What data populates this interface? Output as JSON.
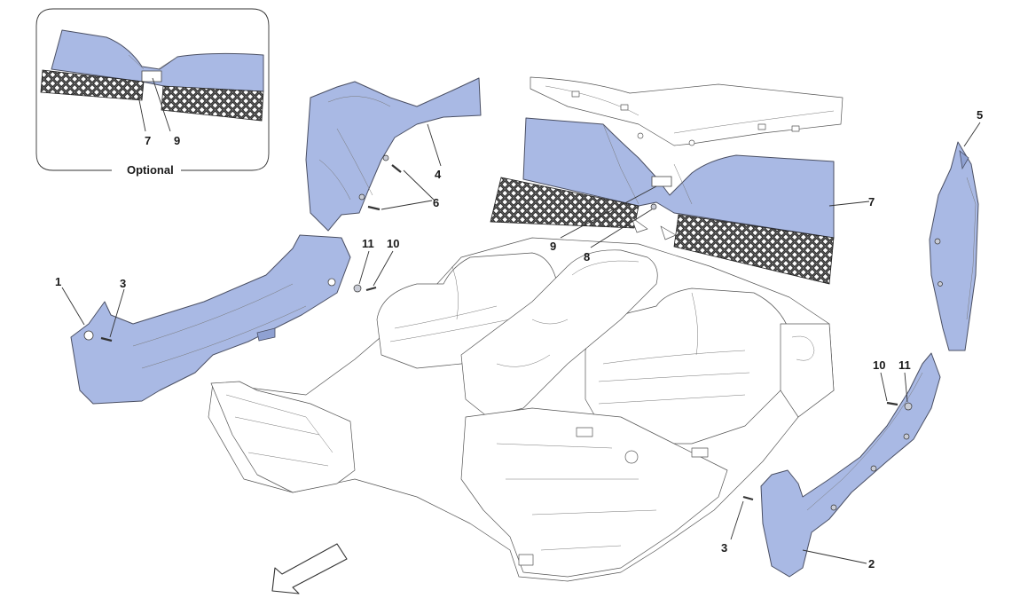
{
  "diagram": {
    "inset_label": "Optional",
    "callouts": [
      {
        "id": "inset-7",
        "text": "7"
      },
      {
        "id": "inset-9",
        "text": "9"
      },
      {
        "id": "c1",
        "text": "1"
      },
      {
        "id": "c3a",
        "text": "3"
      },
      {
        "id": "c4",
        "text": "4"
      },
      {
        "id": "c6",
        "text": "6"
      },
      {
        "id": "c11a",
        "text": "11"
      },
      {
        "id": "c10a",
        "text": "10"
      },
      {
        "id": "c9",
        "text": "9"
      },
      {
        "id": "c8",
        "text": "8"
      },
      {
        "id": "c7",
        "text": "7"
      },
      {
        "id": "c5",
        "text": "5"
      },
      {
        "id": "c10b",
        "text": "10"
      },
      {
        "id": "c11b",
        "text": "11"
      },
      {
        "id": "c3b",
        "text": "3"
      },
      {
        "id": "c2",
        "text": "2"
      }
    ],
    "colors": {
      "part_fill": "#a9b9e4",
      "outline": "#4a4f63"
    }
  }
}
